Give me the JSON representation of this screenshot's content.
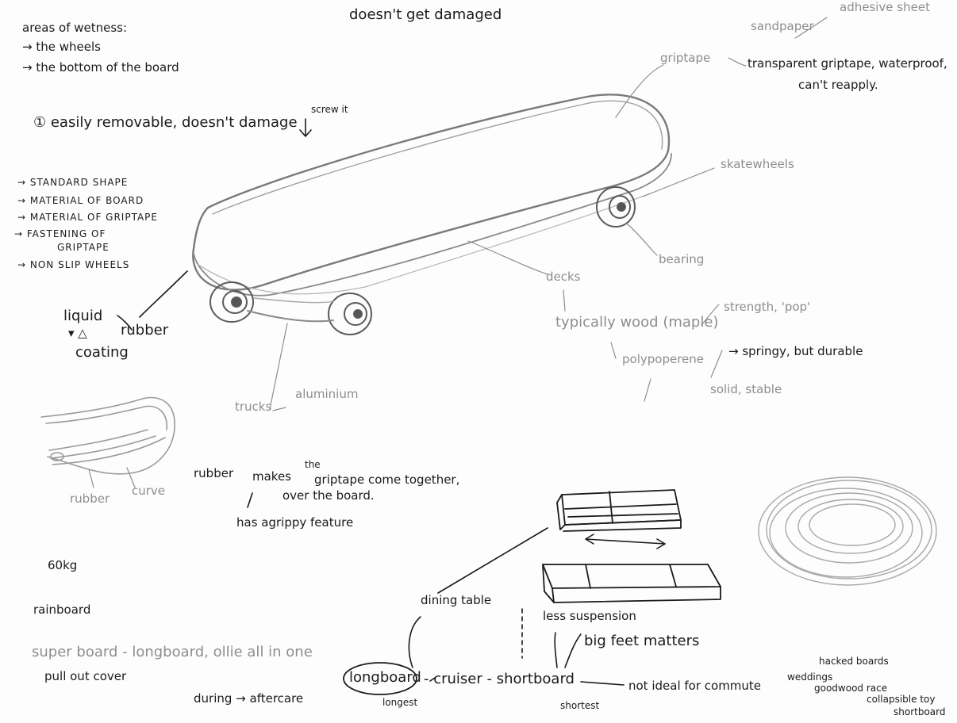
{
  "notes": {
    "top_center": "doesn't get damaged",
    "wetness_title": "areas of wetness:",
    "wetness_1": "→ the wheels",
    "wetness_2": "→ the bottom of the board",
    "removable": "① easily removable, doesn't damage",
    "screw": "screw it",
    "list_1": "→ STANDARD SHAPE",
    "list_2": "→ MATERIAL OF BOARD",
    "list_3": "→ MATERIAL OF GRIPTAPE",
    "list_4a": "→ FASTENING OF",
    "list_4b": "GRIPTAPE",
    "list_5": "→ NON SLIP WHEELS",
    "liquid": "liquid",
    "coating": "coating",
    "rubber_left": "rubber",
    "sandpaper": "sandpaper",
    "adhesive": "adhesive sheet",
    "griptape": "griptape",
    "transparent_1": "transparent griptape, waterproof,",
    "transparent_2": "can't reapply.",
    "skatewheels": "skatewheels",
    "bearing": "bearing",
    "decks": "decks",
    "typically": "typically wood (maple)",
    "strength": "strength, 'pop'",
    "polypropylene": "polypoperene",
    "springy": "→ springy, but durable",
    "solid": "solid, stable",
    "trucks": "trucks",
    "aluminium": "aluminium",
    "rubber_sketch": "rubber",
    "curve": "curve",
    "rubber_makes_a": "rubber",
    "rubber_makes_b": "makes",
    "the": "the",
    "griptape_together": "griptape come together,",
    "over_board": "over the board.",
    "gripy": "has agrippy feature",
    "weight": "60kg",
    "rainboard": "rainboard",
    "superboard": "super board - longboard, ollie all in one",
    "pull_out": "pull out cover",
    "during": "during → aftercare",
    "dining": "dining table",
    "less_susp": "less suspension",
    "big_feet": "big feet matters",
    "longboard": "longboard",
    "cruiser": "- cruiser - shortboard",
    "longest": "longest",
    "shortest": "shortest",
    "commute": "not ideal for commute",
    "hacked": "hacked boards",
    "weddings": "weddings",
    "goodwood": "goodwood race",
    "collapsible": "collapsible toy",
    "shortboard_small": "shortboard"
  }
}
